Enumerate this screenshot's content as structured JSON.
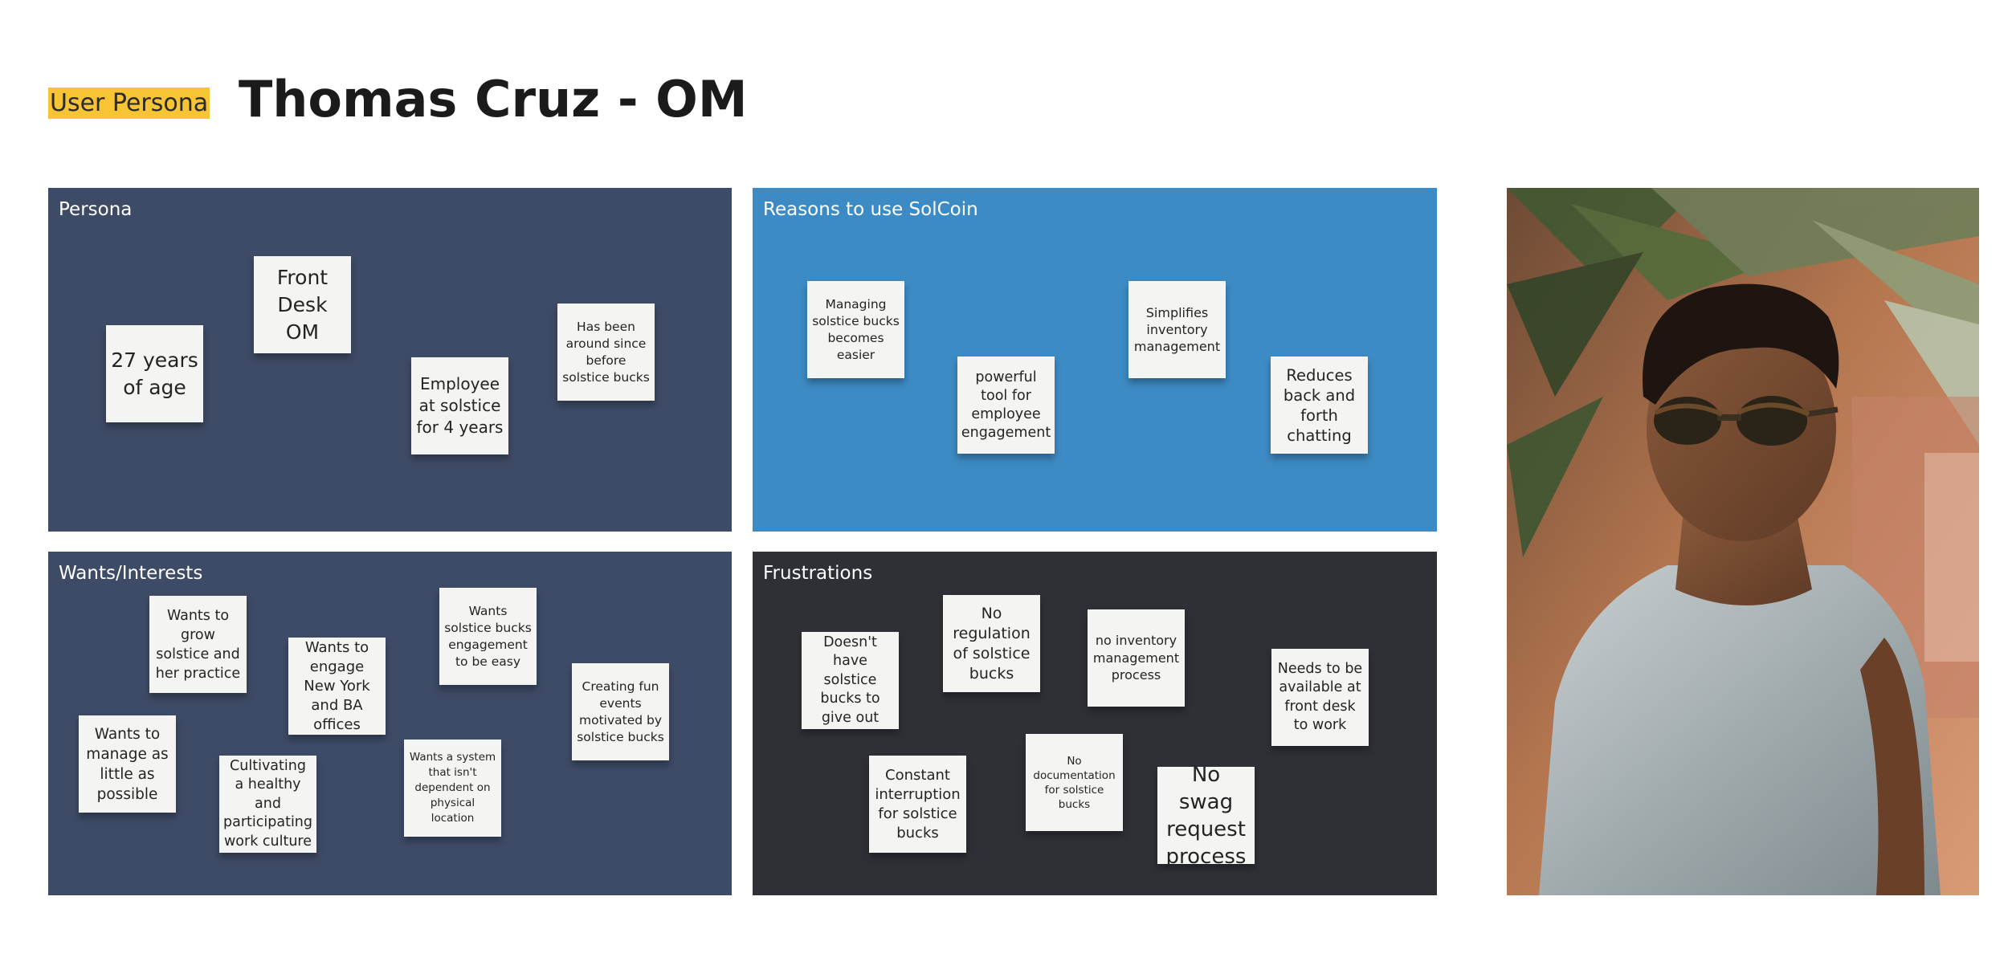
{
  "header": {
    "tag": "User Persona",
    "title": "Thomas Cruz - OM"
  },
  "frames": {
    "persona": {
      "title": "Persona",
      "color": "#3e4b66",
      "notes": [
        "27 years of age",
        "Front Desk OM",
        "Employee at solstice for 4 years",
        "Has been around since before solstice bucks"
      ]
    },
    "reasons": {
      "title": "Reasons to use SolCoin",
      "color": "#3d8bc4",
      "notes": [
        "Managing solstice bucks becomes easier",
        "powerful tool for employee engagement",
        "Simplifies inventory management",
        "Reduces back and forth chatting"
      ]
    },
    "wants": {
      "title": "Wants/Interests",
      "color": "#3e4b66",
      "notes": [
        "Wants to grow solstice and her practice",
        "Wants to engage New York and BA offices",
        "Wants solstice bucks engagement to be easy",
        "Creating fun events motivated by solstice bucks",
        "Wants to manage as little as possible",
        "Cultivating a healthy and participating work culture",
        "Wants a system that isn't dependent on physical location"
      ]
    },
    "frustrations": {
      "title": "Frustrations",
      "color": "#2e3036",
      "notes": [
        "Doesn't have solstice bucks to give out",
        "No regulation of solstice bucks",
        "no inventory management process",
        "Needs to be available at front desk to work",
        "Constant interruption for solstice bucks",
        "No documentation for solstice bucks",
        "No swag request process"
      ]
    }
  },
  "photo": {
    "icon": "persona-photo"
  }
}
